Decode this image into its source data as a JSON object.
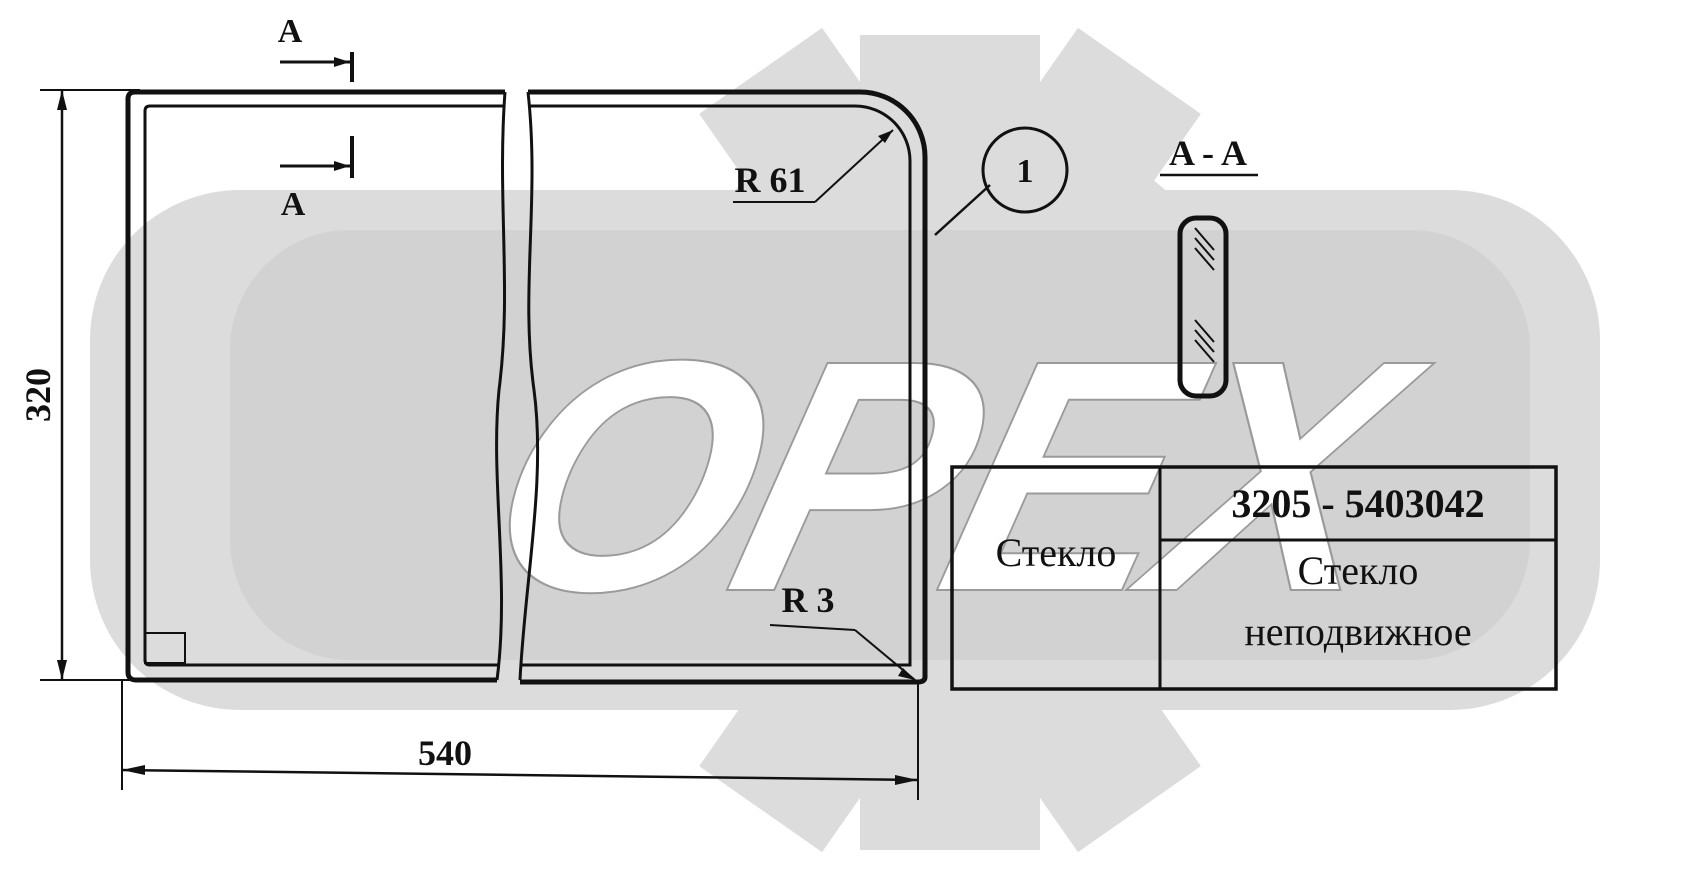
{
  "watermark": {
    "text": "OPEX"
  },
  "section_marks": {
    "top": "A",
    "bottom": "A",
    "view_title": "A - A"
  },
  "dimensions": {
    "height": "320",
    "width": "540",
    "radius_large": "R 61",
    "radius_small": "R 3"
  },
  "callout": {
    "number": "1"
  },
  "title_block": {
    "name": "Стекло",
    "part_number": "3205 - 5403042",
    "description_line1": "Стекло",
    "description_line2": "неподвижное"
  },
  "colors": {
    "line": "#111111",
    "watermark": "#dcdcdc",
    "background": "#ffffff"
  }
}
